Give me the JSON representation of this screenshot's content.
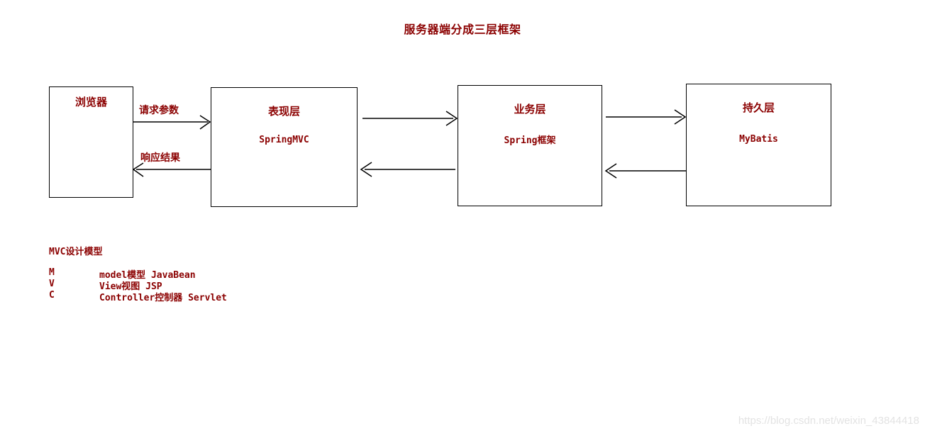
{
  "title": "服务器端分成三层框架",
  "colors": {
    "text_red": "#8b0000",
    "stroke_black": "#000000",
    "background": "#ffffff",
    "watermark_gray": "#e3e3e3"
  },
  "nodes": [
    {
      "id": "browser",
      "title": "浏览器",
      "tech": ""
    },
    {
      "id": "presentation",
      "title": "表现层",
      "tech": "SpringMVC"
    },
    {
      "id": "service",
      "title": "业务层",
      "tech": "Spring框架"
    },
    {
      "id": "persistence",
      "title": "持久层",
      "tech": "MyBatis"
    }
  ],
  "arrows": {
    "request_label": "请求参数",
    "response_label": "响应结果"
  },
  "mvc": {
    "heading": "MVC设计模型",
    "rows": [
      {
        "key": "M",
        "value": "model模型 JavaBean"
      },
      {
        "key": "V",
        "value": "View视图 JSP"
      },
      {
        "key": "C",
        "value": "Controller控制器 Servlet"
      }
    ]
  },
  "watermark": "https://blog.csdn.net/weixin_43844418"
}
